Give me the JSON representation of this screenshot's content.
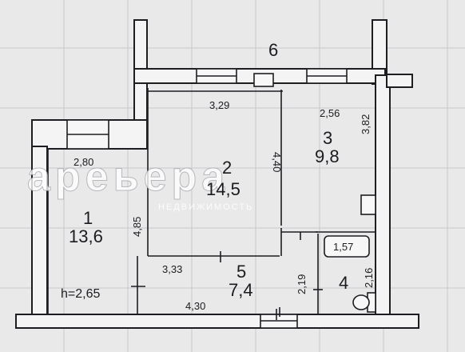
{
  "plan": {
    "areas": [
      {
        "id": "r1",
        "number": "1",
        "area": "13,6"
      },
      {
        "id": "r2",
        "number": "2",
        "area": "14,5"
      },
      {
        "id": "r3",
        "number": "3",
        "area": "9,8"
      },
      {
        "id": "r4",
        "number": "4"
      },
      {
        "id": "r5",
        "number": "5",
        "area": "7,4"
      },
      {
        "id": "r6",
        "number": "6"
      }
    ],
    "dimensions": {
      "d329": "3,29",
      "d256": "2,56",
      "d280": "2,80",
      "d440": "4,40",
      "d382": "3,82",
      "d485": "4,85",
      "d333": "3,33",
      "d219": "2,19",
      "d216": "2,16",
      "d430": "4,30",
      "d157": "1,57"
    },
    "ceiling_height": "h=2,65",
    "watermark": {
      "logo": "ареьера",
      "subtitle": "НЕДВИЖИМОСТЬ"
    }
  }
}
